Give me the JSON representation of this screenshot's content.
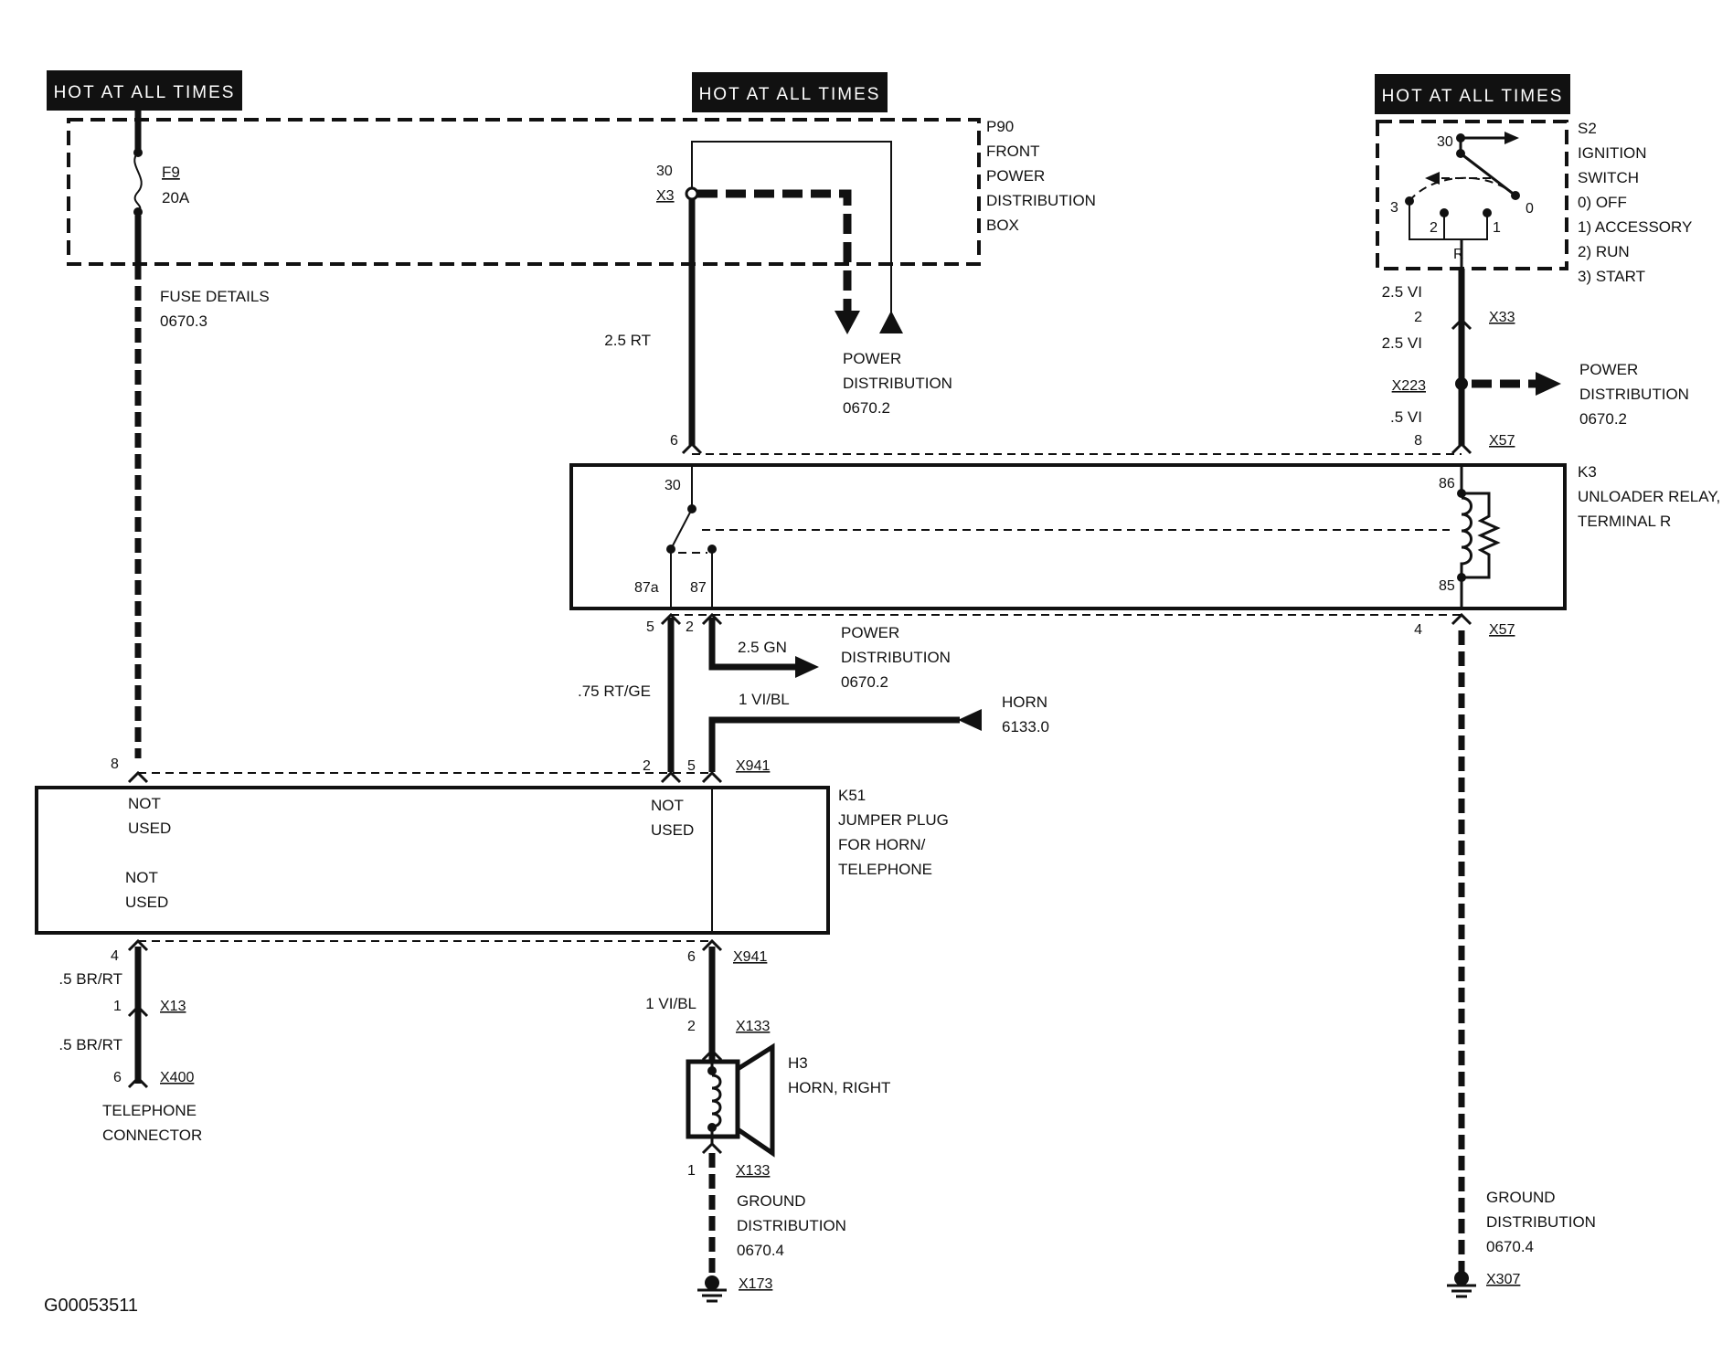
{
  "headers": {
    "left": "HOT AT ALL TIMES",
    "center": "HOT AT ALL TIMES",
    "right": "HOT AT ALL TIMES"
  },
  "p90": {
    "id": "P90",
    "line1": "FRONT",
    "line2": "POWER",
    "line3": "DISTRIBUTION",
    "line4": "BOX",
    "fuse_id": "F9",
    "fuse_rating": "20A",
    "terminal": "30",
    "connector": "X3"
  },
  "fuse_details": {
    "line1": "FUSE DETAILS",
    "line2": "0670.3"
  },
  "s2": {
    "id": "S2",
    "line1": "IGNITION",
    "line2": "SWITCH",
    "pos0": "0)   OFF",
    "pos1": "1)   ACCESSORY",
    "pos2": "2)   RUN",
    "pos3": "3)   START",
    "pin30": "30",
    "pin0": "0",
    "pin1": "1",
    "pin2": "2",
    "pin3": "3",
    "pinR": "R"
  },
  "power_distribution_center": {
    "line1": "POWER",
    "line2": "DISTRIBUTION",
    "line3": "0670.2"
  },
  "power_distribution_right": {
    "line1": "POWER",
    "line2": "DISTRIBUTION",
    "line3": "0670.2"
  },
  "power_distribution_lower": {
    "line1": "POWER",
    "line2": "DISTRIBUTION",
    "line3": "0670.2"
  },
  "wires": {
    "rt": "2.5 RT",
    "vi_top": "2.5 VI",
    "vi_mid": "2.5 VI",
    "vi_small": ".5 VI",
    "gn": "2.5 GN",
    "rtge": ".75 RT/GE",
    "vibl_top": "1 VI/BL",
    "vibl_bottom": "1 VI/BL",
    "brrt_top": ".5 BR/RT",
    "brrt_bottom": ".5 BR/RT"
  },
  "connectors": {
    "x33": "X33",
    "x223": "X223",
    "x57_top": "X57",
    "x57_bottom": "X57",
    "x941_top": "X941",
    "x941_bottom": "X941",
    "x13": "X13",
    "x400": "X400",
    "x133_top": "X133",
    "x133_bottom": "X133",
    "x173": "X173",
    "x307": "X307"
  },
  "pins": {
    "p6_rt": "6",
    "p2_x33": "2",
    "p8_x57": "8",
    "p4_x57": "4",
    "p5_rtge": "5",
    "p2_gn": "2",
    "p8_k51": "8",
    "p2_k51": "2",
    "p5_k51": "5",
    "p4_k51": "4",
    "p6_x941": "6",
    "p1_x13": "1",
    "p6_x400": "6",
    "p2_x133": "2",
    "p1_x133": "1"
  },
  "k3": {
    "id": "K3",
    "line1": "UNLOADER RELAY,",
    "line2": "TERMINAL R",
    "pin30": "30",
    "pin87a": "87a",
    "pin87": "87",
    "pin86": "86",
    "pin85": "85"
  },
  "horn_ref": {
    "line1": "HORN",
    "line2": "6133.0"
  },
  "k51": {
    "id": "K51",
    "line1": "JUMPER PLUG",
    "line2": "FOR HORN/",
    "line3": "TELEPHONE",
    "nu1a": "NOT",
    "nu1b": "USED",
    "nu2a": "NOT",
    "nu2b": "USED",
    "nu3a": "NOT",
    "nu3b": "USED"
  },
  "telephone": {
    "line1": "TELEPHONE",
    "line2": "CONNECTOR"
  },
  "h3": {
    "id": "H3",
    "line1": "HORN, RIGHT"
  },
  "ground_center": {
    "line1": "GROUND",
    "line2": "DISTRIBUTION",
    "line3": "0670.4"
  },
  "ground_right": {
    "line1": "GROUND",
    "line2": "DISTRIBUTION",
    "line3": "0670.4"
  },
  "figure_id": "G00053511"
}
